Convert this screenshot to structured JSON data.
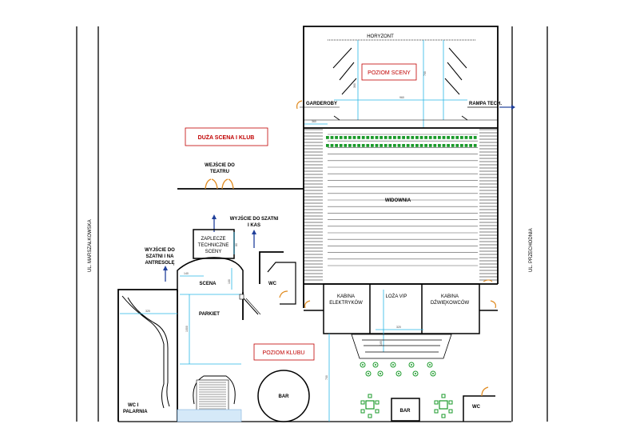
{
  "labels": {
    "horyzont": "HORYZONT",
    "poziom_sceny": "POZIOM SCENY",
    "garderoby": "GARDEROBY",
    "rampa_tech": "RAMPA TECH.",
    "duza_scena": "DUŻA SCENA I KLUB",
    "wejscie_1": "WEJŚCIE DO",
    "wejscie_2": "TEATRU",
    "widownia": "WIDOWNIA",
    "wyjscie_szatni_1": "WYJŚCIE DO SZATNI",
    "wyjscie_szatni_2": "I KAS",
    "zaplecze_1": "ZAPLECZE",
    "zaplecze_2": "TECHNICZNE",
    "zaplecze_3": "SCENY",
    "antresola_1": "WYJŚCIE DO",
    "antresola_2": "SZATNI I NA",
    "antresola_3": "ANTRESOLĘ",
    "scena": "SCENA",
    "wc_1": "WC",
    "kabina_el_1": "KABINA",
    "kabina_el_2": "ELEKTRYKÓW",
    "loza_vip": "LOŻA VIP",
    "kabina_dz_1": "KABINA",
    "kabina_dz_2": "DŹWIĘKOWCÓW",
    "parkiet": "PARKIET",
    "poziom_klubu": "POZIOM KLUBU",
    "bar_round": "BAR",
    "bar_rect": "BAR",
    "wc_palarnia_1": "WC I",
    "wc_palarnia_2": "PALARNIA",
    "wc_2": "WC",
    "street_left": "UL. MARSZAŁKOWSKA",
    "street_right": "UL. PRZECHODNIA"
  },
  "dimensions": {
    "d_960_width": "960",
    "d_stage_depth": "700",
    "d_stage_right": "360",
    "d_left_small": "360",
    "d_right_small": "360",
    "d_klub_width": "320",
    "d_parkiet_height": "1000",
    "d_scena_w": "140",
    "d_scena_h": "100",
    "d_vip_w": "320",
    "d_vip_h": "165",
    "d_bar_h": "700",
    "d_zaplecze": "80"
  },
  "colors": {
    "wall": "#000000",
    "dimension_line": "#29b6e6",
    "arrow": "#1f3f9a",
    "red_label": "#c00000",
    "door": "#e08a1e",
    "seat_green": "#1a9a2a"
  }
}
